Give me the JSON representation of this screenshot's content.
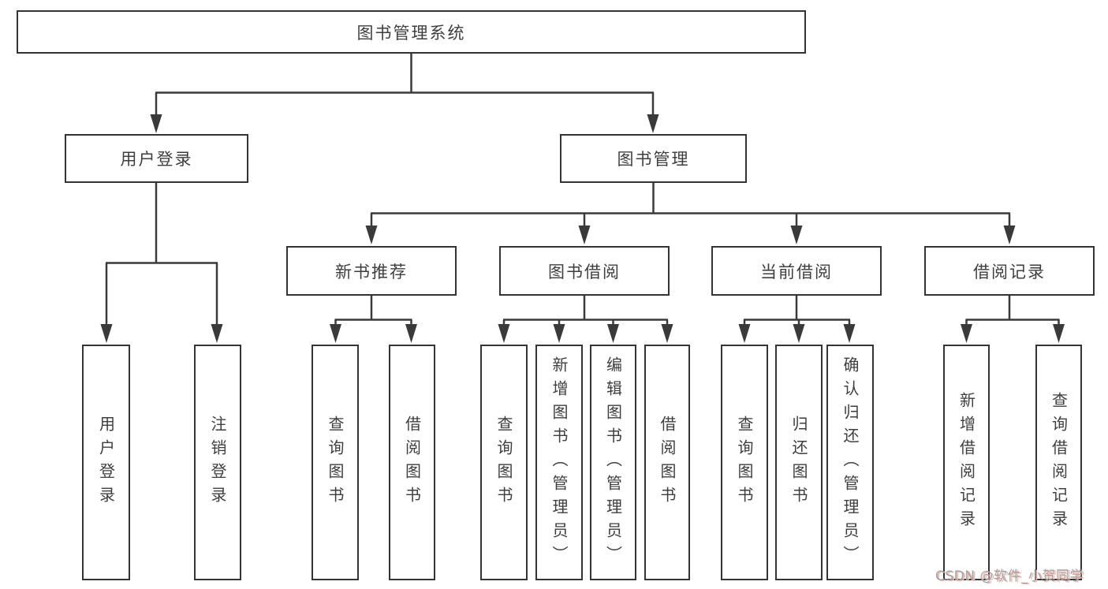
{
  "diagram": {
    "type": "hierarchy-tree",
    "root": {
      "label": "图书管理系统"
    },
    "branches": [
      {
        "label": "用户登录",
        "leaves": [
          {
            "label": "用户登录"
          },
          {
            "label": "注销登录"
          }
        ]
      },
      {
        "label": "图书管理",
        "groups": [
          {
            "label": "新书推荐",
            "leaves": [
              {
                "label": "查询图书"
              },
              {
                "label": "借阅图书"
              }
            ]
          },
          {
            "label": "图书借阅",
            "leaves": [
              {
                "label": "查询图书"
              },
              {
                "label": "新增图书（管理员）"
              },
              {
                "label": "编辑图书（管理员）"
              },
              {
                "label": "借阅图书"
              }
            ]
          },
          {
            "label": "当前借阅",
            "leaves": [
              {
                "label": "查询图书"
              },
              {
                "label": "归还图书"
              },
              {
                "label": "确认归还（管理员）"
              }
            ]
          },
          {
            "label": "借阅记录",
            "leaves": [
              {
                "label": "新增借阅记录"
              },
              {
                "label": "查询借阅记录"
              }
            ]
          }
        ]
      }
    ]
  },
  "watermark": {
    "text": "CSDN @软件_小贺同学"
  },
  "colors": {
    "line": "#3a3a3a",
    "text": "#3e3e3e",
    "watermark": "#a3a3a3",
    "watermark_shadow": "#f0b4ac",
    "background": "#ffffff"
  }
}
